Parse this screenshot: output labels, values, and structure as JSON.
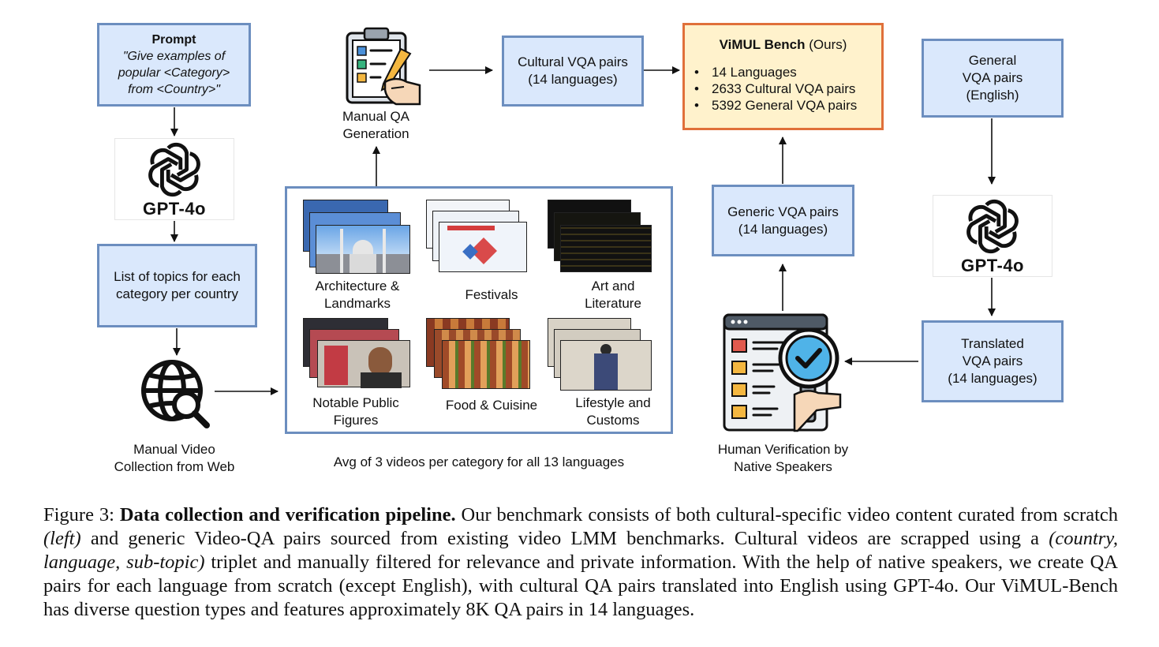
{
  "prompt_box": {
    "title": "Prompt",
    "line1": "\"Give examples of",
    "line2": "popular <Category>",
    "line3": "from <Country>\""
  },
  "gpt_left": {
    "label": "GPT-4o"
  },
  "topics_box": {
    "line1": "List of topics for each",
    "line2": "category per country"
  },
  "manual_video": {
    "line1": "Manual Video",
    "line2": "Collection from Web"
  },
  "manual_qa": {
    "line1": "Manual QA",
    "line2": "Generation"
  },
  "cultural_box": {
    "line1": "Cultural VQA pairs",
    "line2": "(14 languages)"
  },
  "bench": {
    "title_bold": "ViMUL Bench",
    "title_rest": " (Ours)",
    "bullets": [
      "14 Languages",
      "2633 Cultural VQA pairs",
      "5392 General VQA pairs"
    ]
  },
  "general_box": {
    "line1": "General",
    "line2": "VQA pairs",
    "line3": "(English)"
  },
  "gpt_right": {
    "label": "GPT-4o"
  },
  "translated_box": {
    "line1": "Translated",
    "line2": "VQA pairs",
    "line3": "(14 languages)"
  },
  "generic_box": {
    "line1": "Generic VQA pairs",
    "line2": "(14 languages)"
  },
  "human_verif": {
    "line1": "Human Verification by",
    "line2": "Native Speakers"
  },
  "categories": {
    "arch": {
      "line1": "Architecture &",
      "line2": "Landmarks"
    },
    "festivals": {
      "line1": "Festivals"
    },
    "art": {
      "line1": "Art and",
      "line2": "Literature"
    },
    "figures": {
      "line1": "Notable Public",
      "line2": "Figures"
    },
    "food": {
      "line1": "Food & Cuisine"
    },
    "lifestyle": {
      "line1": "Lifestyle and",
      "line2": "Customs"
    }
  },
  "panel_note": "Avg of 3 videos per category for all 13 languages",
  "caption": {
    "prefix": "Figure 3: ",
    "bold": "Data collection and verification pipeline.",
    "t1": " Our benchmark consists of both cultural-specific video content curated from scratch ",
    "i1": "(left)",
    "t2": " and generic Video-QA pairs sourced from existing video LMM benchmarks. Cultural videos are scrapped using a ",
    "i2": "(country, language, sub-topic)",
    "t3": " triplet and manually filtered for relevance and private information. With the help of native speakers, we create QA pairs for each language from scratch (except English), with cultural QA pairs translated into English using GPT-4o. Our ViMUL-Bench has diverse question types and features approximately 8K QA pairs in 14 languages."
  },
  "colors": {
    "box_fill": "#dae8fc",
    "box_border": "#6c8ebf",
    "bench_fill": "#fff2cc",
    "bench_border": "#e0703a"
  }
}
